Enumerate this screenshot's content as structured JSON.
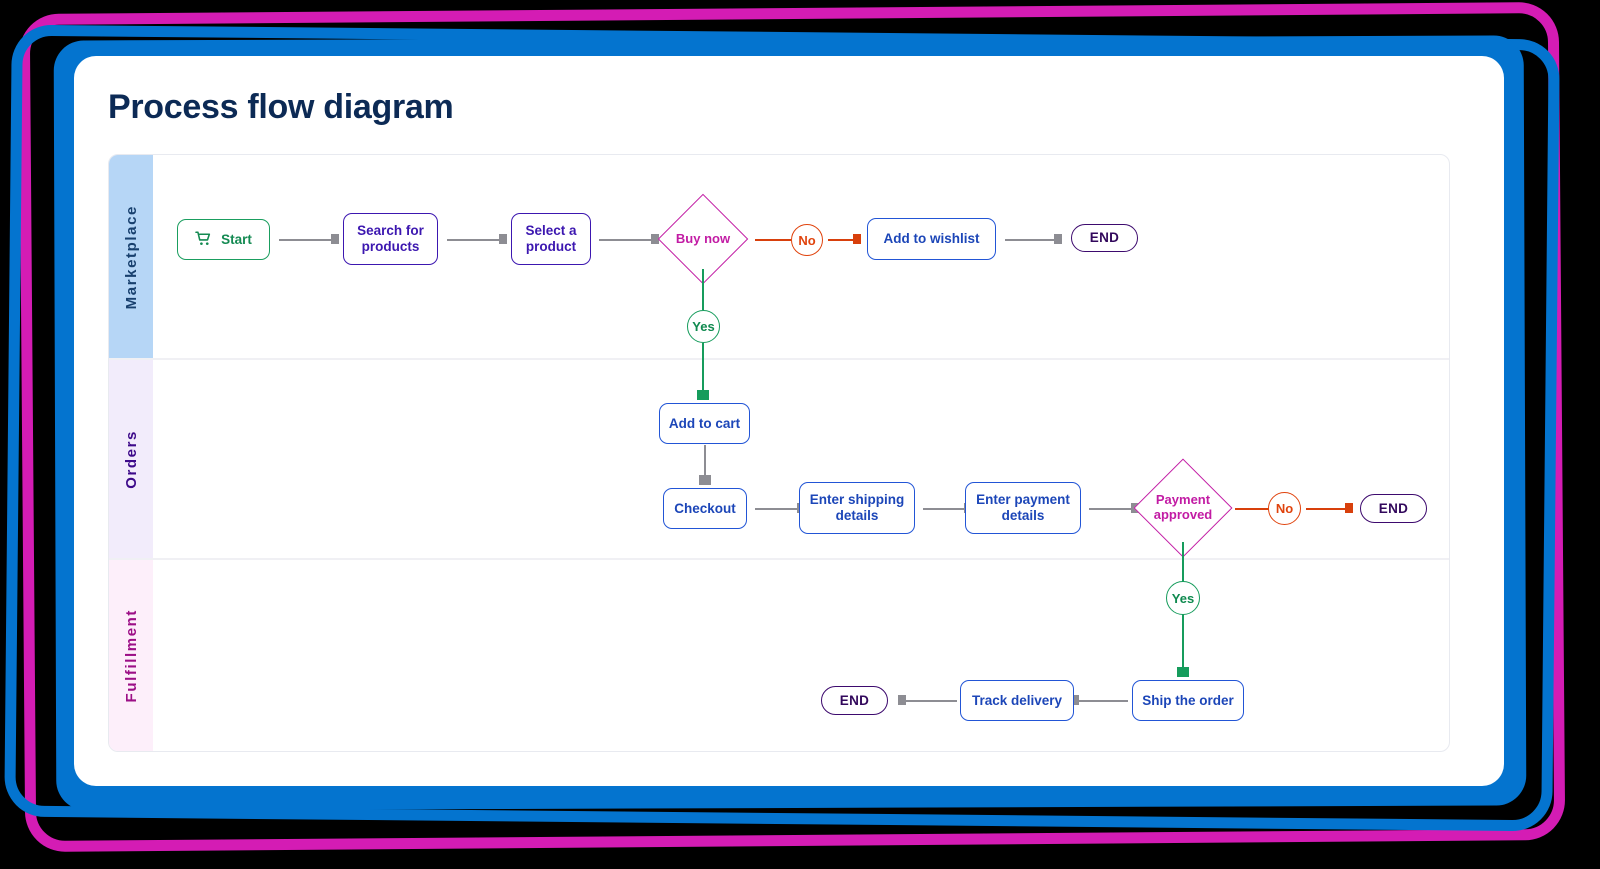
{
  "title": "Process flow diagram",
  "colors": {
    "frame_magenta": "#d41cb4",
    "frame_blue": "#0474cf",
    "title": "#0c2a55",
    "start_green": "#1a9e5f",
    "process_purple": "#3c17b0",
    "process_blue": "#2255d6",
    "decision_magenta": "#c21ba4",
    "yes_green": "#169c5c",
    "no_orange": "#e0430d",
    "end_purple": "#3d0a6e",
    "arrow_gray": "#8d8d93"
  },
  "lanes": [
    {
      "id": "marketplace",
      "label": "Marketplace",
      "band_color": "#b6d6f6",
      "label_color": "#18406e"
    },
    {
      "id": "orders",
      "label": "Orders",
      "band_color": "#f2ecfb",
      "label_color": "#3d0a8a"
    },
    {
      "id": "fulfillment",
      "label": "Fulfillment",
      "band_color": "#fdeffa",
      "label_color": "#9c0f86"
    }
  ],
  "nodes": {
    "start": "Start",
    "start_icon": "shopping-cart-icon",
    "search_products": "Search for\nproducts",
    "search_products_l1": "Search for",
    "search_products_l2": "products",
    "select_product_l1": "Select a",
    "select_product_l2": "product",
    "buy_now": "Buy now",
    "add_wishlist": "Add to wishlist",
    "end_marketplace": "END",
    "yes_marketplace": "Yes",
    "no_marketplace": "No",
    "add_to_cart": "Add to cart",
    "checkout": "Checkout",
    "shipping_l1": "Enter shipping",
    "shipping_l2": "details",
    "payment_l1": "Enter payment",
    "payment_l2": "details",
    "payment_approved_l1": "Payment",
    "payment_approved_l2": "approved",
    "no_orders": "No",
    "end_orders": "END",
    "yes_orders": "Yes",
    "ship_order": "Ship the order",
    "track_delivery": "Track delivery",
    "end_fulfillment": "END"
  },
  "flow": {
    "type": "flowchart",
    "edges": [
      {
        "from": "start",
        "to": "search_products",
        "label": ""
      },
      {
        "from": "search_products",
        "to": "select_product",
        "label": ""
      },
      {
        "from": "select_product",
        "to": "buy_now",
        "label": ""
      },
      {
        "from": "buy_now",
        "to": "add_wishlist",
        "label": "No"
      },
      {
        "from": "add_wishlist",
        "to": "end_marketplace",
        "label": ""
      },
      {
        "from": "buy_now",
        "to": "add_to_cart",
        "label": "Yes"
      },
      {
        "from": "add_to_cart",
        "to": "checkout",
        "label": ""
      },
      {
        "from": "checkout",
        "to": "enter_shipping_details",
        "label": ""
      },
      {
        "from": "enter_shipping_details",
        "to": "enter_payment_details",
        "label": ""
      },
      {
        "from": "enter_payment_details",
        "to": "payment_approved",
        "label": ""
      },
      {
        "from": "payment_approved",
        "to": "end_orders",
        "label": "No"
      },
      {
        "from": "payment_approved",
        "to": "ship_the_order",
        "label": "Yes"
      },
      {
        "from": "ship_the_order",
        "to": "track_delivery",
        "label": ""
      },
      {
        "from": "track_delivery",
        "to": "end_fulfillment",
        "label": ""
      }
    ]
  }
}
